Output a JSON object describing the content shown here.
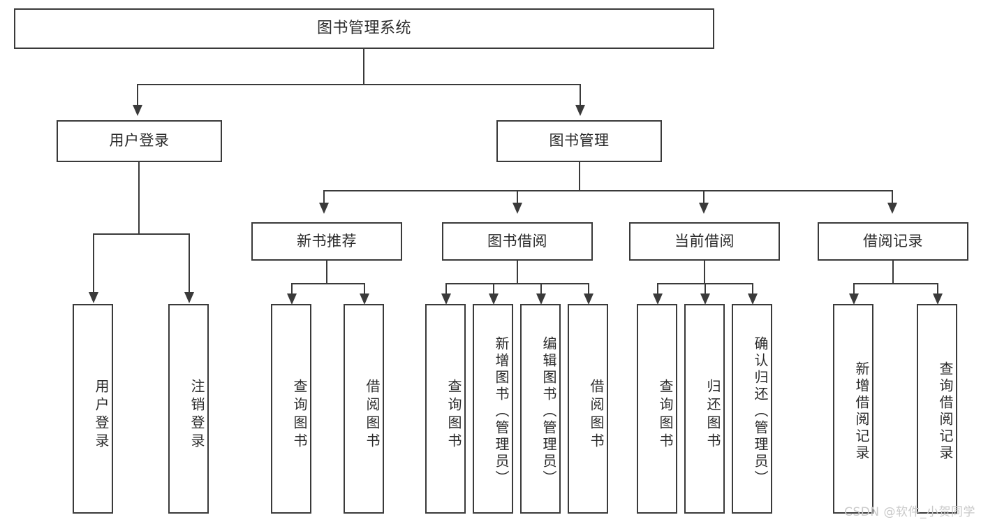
{
  "diagram": {
    "title": "图书管理系统",
    "type": "tree",
    "root": {
      "id": "root",
      "label": "图书管理系统"
    },
    "level1": [
      {
        "id": "user-login",
        "label": "用户登录"
      },
      {
        "id": "book-manage",
        "label": "图书管理"
      }
    ],
    "level2": [
      {
        "id": "new-book-recommend",
        "label": "新书推荐",
        "parent": "book-manage"
      },
      {
        "id": "book-borrow",
        "label": "图书借阅",
        "parent": "book-manage"
      },
      {
        "id": "current-borrow",
        "label": "当前借阅",
        "parent": "book-manage"
      },
      {
        "id": "borrow-record",
        "label": "借阅记录",
        "parent": "book-manage"
      }
    ],
    "leaves": {
      "user_login": [
        {
          "id": "leaf-user-login",
          "label": "用户登录"
        },
        {
          "id": "leaf-logout-login",
          "label": "注销登录"
        }
      ],
      "new_book_recommend": [
        {
          "id": "leaf-query-book-1",
          "label": "查询图书"
        },
        {
          "id": "leaf-borrow-book-1",
          "label": "借阅图书"
        }
      ],
      "book_borrow": [
        {
          "id": "leaf-query-book-2",
          "label": "查询图书"
        },
        {
          "id": "leaf-add-book",
          "label": "新增图书（管理员）"
        },
        {
          "id": "leaf-edit-book",
          "label": "编辑图书（管理员）"
        },
        {
          "id": "leaf-borrow-book-2",
          "label": "借阅图书"
        }
      ],
      "current_borrow": [
        {
          "id": "leaf-query-book-3",
          "label": "查询图书"
        },
        {
          "id": "leaf-return-book",
          "label": "归还图书"
        },
        {
          "id": "leaf-confirm-return",
          "label": "确认归还（管理员）"
        }
      ],
      "borrow_record": [
        {
          "id": "leaf-add-record",
          "label": "新增借阅记录"
        },
        {
          "id": "leaf-query-record",
          "label": "查询借阅记录"
        }
      ]
    }
  },
  "watermark": {
    "text": "CSDN @软件_小贺同学"
  },
  "colors": {
    "stroke": "#3a3a3a",
    "text": "#2b2b2b",
    "background": "#ffffff",
    "watermark": "#c9c9c9"
  }
}
